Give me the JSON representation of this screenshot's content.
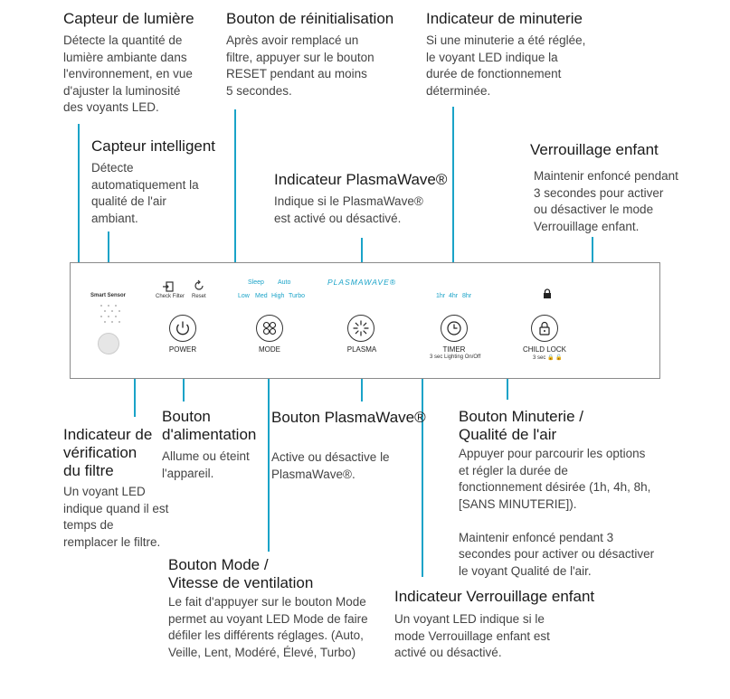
{
  "annotations": {
    "capteur_lumiere": {
      "title": "Capteur de lumière",
      "lines": [
        "Détecte la quantité de",
        "lumière ambiante dans",
        "l'environnement, en vue",
        "d'ajuster la luminosité",
        "des voyants LED."
      ]
    },
    "bouton_reinit": {
      "title": "Bouton de réinitialisation",
      "lines": [
        "Après avoir remplacé un",
        "filtre, appuyer sur le bouton",
        "RESET pendant au moins",
        "5 secondes."
      ]
    },
    "indicateur_minuterie": {
      "title": "Indicateur de minuterie",
      "lines": [
        "Si une minuterie a été réglée,",
        "le voyant LED indique la",
        "durée de fonctionnement",
        "déterminée."
      ]
    },
    "capteur_intelligent": {
      "title": "Capteur intelligent",
      "lines": [
        "Détecte",
        "automatiquement la",
        "qualité de l'air",
        "ambiant."
      ]
    },
    "indicateur_plasmawave": {
      "title": "Indicateur PlasmaWave®",
      "lines": [
        "Indique si le PlasmaWave®",
        "est activé ou désactivé."
      ]
    },
    "verrouillage_enfant": {
      "title": "Verrouillage enfant",
      "lines": [
        "Maintenir enfoncé pendant",
        "3 secondes pour activer",
        "ou désactiver le mode",
        "Verrouillage enfant."
      ]
    },
    "indicateur_filtre": {
      "title_lines": [
        "Indicateur de",
        "vérification",
        "du filtre"
      ],
      "lines": [
        "Un voyant LED",
        "indique quand il est",
        "temps de",
        "remplacer le filtre."
      ]
    },
    "bouton_alimentation": {
      "title_lines": [
        "Bouton",
        "d'alimentation"
      ],
      "lines": [
        "Allume ou éteint",
        "l'appareil."
      ]
    },
    "bouton_plasmawave": {
      "title": "Bouton PlasmaWave®",
      "lines": [
        "Active ou désactive le",
        "PlasmaWave®."
      ]
    },
    "bouton_minuterie": {
      "title_lines": [
        "Bouton Minuterie /",
        "Qualité de l'air"
      ],
      "lines": [
        "Appuyer pour parcourir les options",
        "et régler la durée de",
        "fonctionnement désirée (1h, 4h, 8h,",
        "[SANS MINUTERIE]).",
        "",
        "Maintenir enfoncé pendant 3",
        "secondes pour activer ou désactiver",
        "le voyant Qualité de l'air."
      ]
    },
    "bouton_mode": {
      "title_lines": [
        "Bouton Mode /",
        "Vitesse de ventilation"
      ],
      "lines": [
        "Le fait d'appuyer sur le bouton Mode",
        "permet au voyant LED Mode de faire",
        "défiler les différents réglages. (Auto,",
        "Veille, Lent, Modéré, Élevé, Turbo)"
      ]
    },
    "indicateur_verrouillage": {
      "title": "Indicateur Verrouillage enfant",
      "lines": [
        "Un voyant LED indique si le",
        "mode Verrouillage enfant est",
        "activé ou désactivé."
      ]
    }
  },
  "panel": {
    "smart_sensor": "Smart Sensor",
    "check_filter": "Check Filter",
    "reset": "Reset",
    "sleep": "Sleep",
    "auto": "Auto",
    "speeds": [
      "Low",
      "Med",
      "High",
      "Turbo"
    ],
    "plasmawave_logo": "PLASMAWAVE®",
    "timer_hours": [
      "1hr",
      "4hr",
      "8hr"
    ],
    "buttons": {
      "power": "POWER",
      "mode": "MODE",
      "plasma": "PLASMA",
      "timer": "TIMER",
      "child_lock": "CHILD LOCK"
    },
    "timer_sub": "3 sec Lighting On/Off",
    "child_lock_sub": "3 sec 🔒 🔓"
  },
  "colors": {
    "accent": "#1aa3c8",
    "text": "#1a1a1a",
    "muted": "#444444"
  }
}
